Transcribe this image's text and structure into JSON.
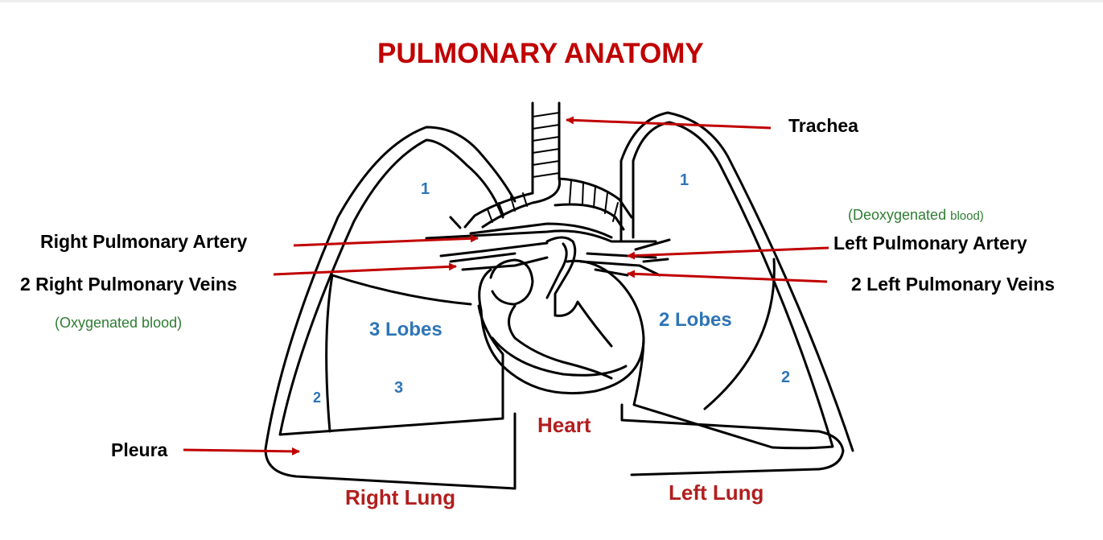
{
  "diagram": {
    "title": "PULMONARY ANATOMY",
    "labels": {
      "trachea": "Trachea",
      "right_pulmonary_artery": "Right Pulmonary Artery",
      "right_pulmonary_veins": "2 Right Pulmonary Veins",
      "oxygenated": "(Oxygenated blood",
      "oxygenated_close": ")",
      "left_pulmonary_artery": "Left Pulmonary Artery",
      "left_pulmonary_veins": "2 Left Pulmonary Veins",
      "deoxygenated": "(Deoxygenated",
      "deoxygenated_small": "blood)",
      "pleura": "Pleura",
      "heart": "Heart",
      "right_lung": "Right Lung",
      "left_lung": "Left Lung"
    },
    "lobes": {
      "right_count": "3 Lobes",
      "left_count": "2 Lobes",
      "right_upper": "1",
      "right_middle": "2",
      "right_lower": "3",
      "left_upper": "1",
      "left_lower": "2"
    },
    "colors": {
      "title": "#c00000",
      "arrow": "#c00000",
      "region_label": "#b21e1e",
      "lobe_label": "#2e75b6",
      "blood_note": "#2e7d32",
      "outline": "#000000"
    }
  }
}
